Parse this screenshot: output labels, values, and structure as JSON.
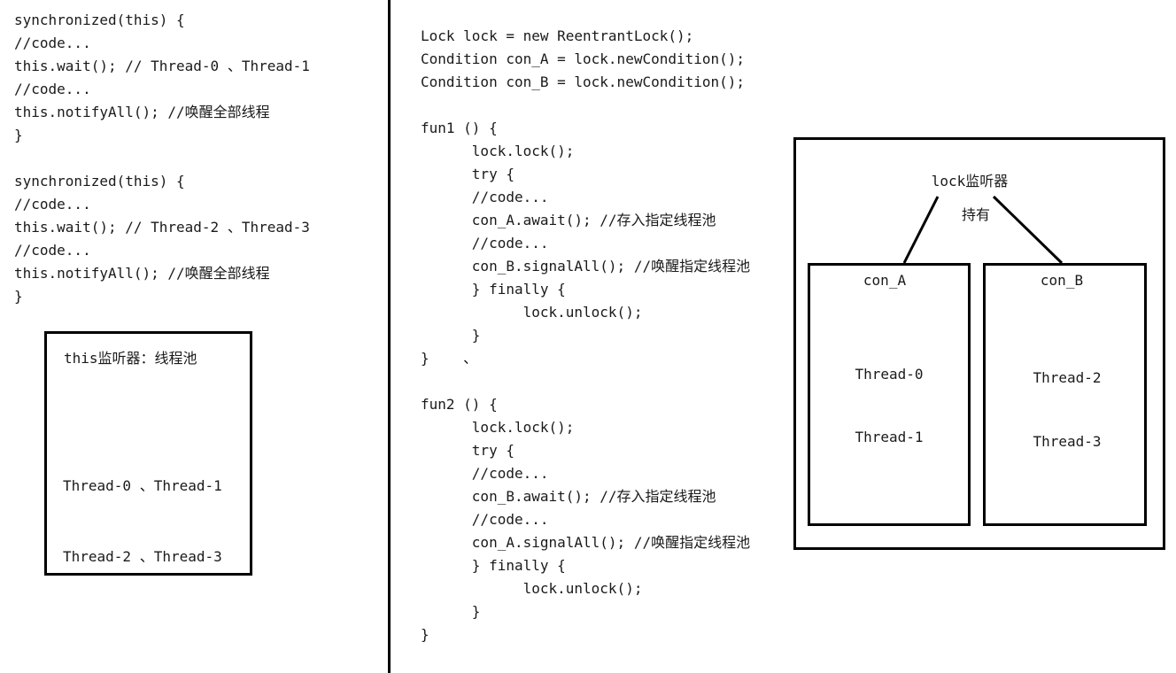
{
  "left_code": {
    "block1": [
      "synchronized(this) {",
      "//code...",
      "this.wait(); // Thread-0 、Thread-1",
      "//code...",
      "this.notifyAll(); //唤醒全部线程",
      "}"
    ],
    "block2": [
      "synchronized(this) {",
      "//code...",
      "this.wait(); // Thread-2 、Thread-3",
      "//code...",
      "this.notifyAll(); //唤醒全部线程",
      "}"
    ]
  },
  "this_monitor": {
    "title": "this监听器：线程池",
    "row1": "Thread-0 、Thread-1",
    "row2": "Thread-2 、Thread-3"
  },
  "right_code": {
    "decls": [
      "Lock lock = new ReentrantLock();",
      "Condition con_A = lock.newCondition();",
      "Condition con_B = lock.newCondition();"
    ],
    "fun1": [
      "fun1 () {",
      "      lock.lock();",
      "      try {",
      "      //code...",
      "      con_A.await(); //存入指定线程池",
      "      //code...",
      "      con_B.signalAll(); //唤醒指定线程池",
      "      } finally {",
      "            lock.unlock();",
      "      }",
      "}    、"
    ],
    "fun2": [
      "fun2 () {",
      "      lock.lock();",
      "      try {",
      "      //code...",
      "      con_B.await(); //存入指定线程池",
      "      //code...",
      "      con_A.signalAll(); //唤醒指定线程池",
      "      } finally {",
      "            lock.unlock();",
      "      }",
      "}"
    ]
  },
  "lock_monitor": {
    "title": "lock监听器",
    "holds": "持有",
    "con_a": {
      "name": "con_A",
      "threads": [
        "Thread-0",
        "Thread-1"
      ]
    },
    "con_b": {
      "name": "con_B",
      "threads": [
        "Thread-2",
        "Thread-3"
      ]
    }
  }
}
